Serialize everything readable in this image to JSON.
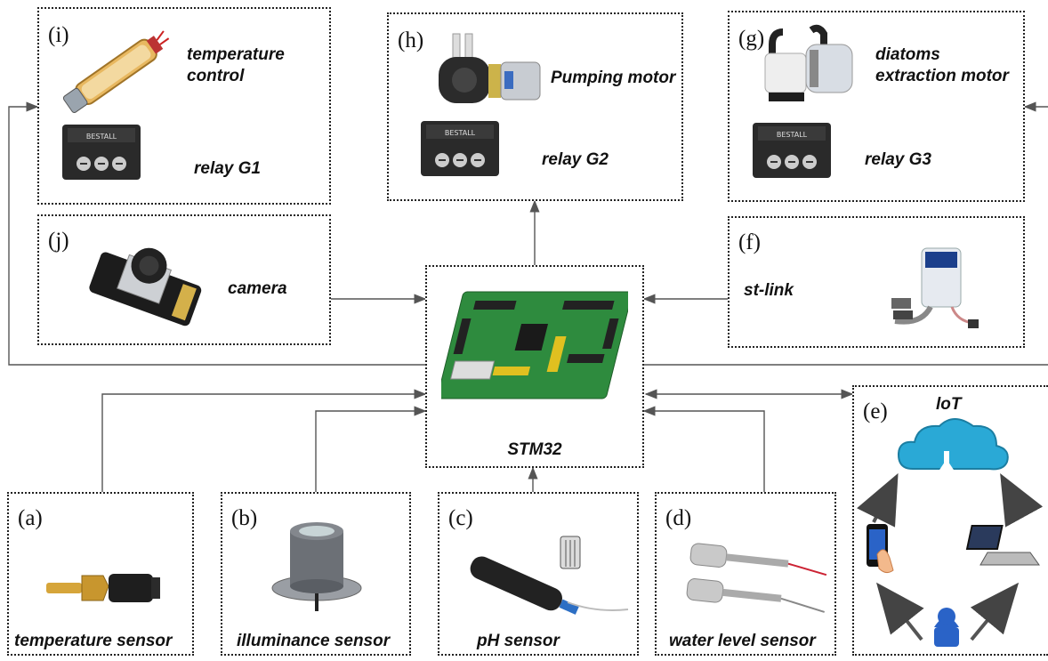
{
  "modules": {
    "i": {
      "tag": "(i)",
      "device": "temperature control",
      "relay": "relay G1"
    },
    "h": {
      "tag": "(h)",
      "device": "Pumping motor",
      "relay": "relay G2"
    },
    "g": {
      "tag": "(g)",
      "device": "diatoms extraction motor",
      "relay": "relay G3"
    },
    "j": {
      "tag": "(j)",
      "label": "camera"
    },
    "f": {
      "tag": "(f)",
      "label": "st-link"
    },
    "mcu": {
      "label": "STM32"
    },
    "a": {
      "tag": "(a)",
      "label": "temperature sensor"
    },
    "b": {
      "tag": "(b)",
      "label": "illuminance sensor"
    },
    "c": {
      "tag": "(c)",
      "label": "pH sensor"
    },
    "d": {
      "tag": "(d)",
      "label": "water level sensor"
    },
    "e": {
      "tag": "(e)",
      "label": "loT"
    }
  },
  "colors": {
    "cloud": "#2aa9d6",
    "line": "#555555",
    "border": "#222222",
    "board": "#2e8b3e",
    "relay": "#2a2a2a"
  },
  "icons": [
    "heater-icon",
    "peristaltic-pump-icon",
    "diaphragm-pump-icon",
    "relay-icon",
    "camera-module-icon",
    "st-link-icon",
    "stm32-board-icon",
    "temperature-probe-icon",
    "light-sensor-icon",
    "ph-probe-icon",
    "float-switch-icon",
    "cloud-icon",
    "phone-icon",
    "laptop-icon",
    "worker-icon"
  ]
}
